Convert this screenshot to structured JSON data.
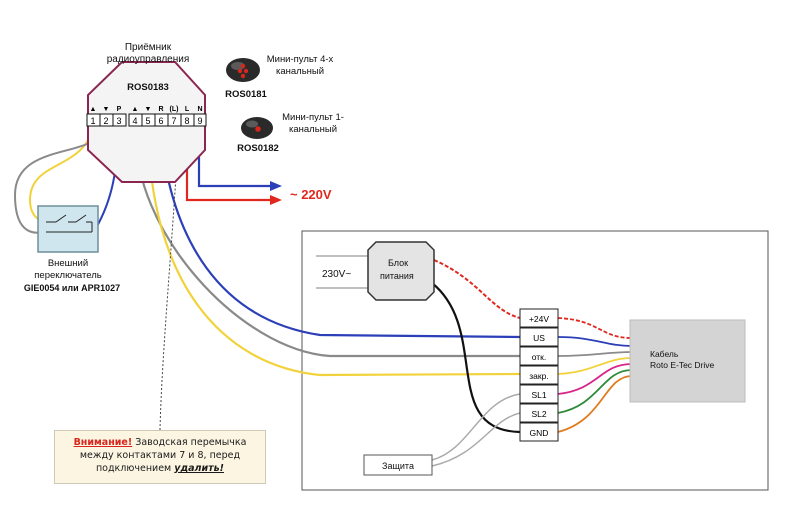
{
  "receiver": {
    "title_line1": "Приёмник",
    "title_line2": "радиоуправления",
    "model": "ROS0183",
    "terminal_numbers": [
      "1",
      "2",
      "3",
      "4",
      "5",
      "6",
      "7",
      "8",
      "9"
    ],
    "terminal_marks": [
      "▲",
      "▼",
      "P",
      "▲",
      "▼",
      "R",
      "(L)",
      "L",
      "N"
    ]
  },
  "remote4": {
    "title_line1": "Мини-пульт 4-х",
    "title_line2": "канальный",
    "model": "ROS0181"
  },
  "remote1": {
    "title_line1": "Мини-пульт 1-",
    "title_line2": "канальный",
    "model": "ROS0182"
  },
  "power_label": "~ 220V",
  "switch": {
    "title_line1": "Внешний",
    "title_line2": "переключатель",
    "models": "GIE0054 или APR1027"
  },
  "note": {
    "warning": "Внимание!",
    "text1": "Заводская перемычка",
    "text2": "между контактами 7 и 8, перед",
    "text3": "подключением",
    "action": "удалить!"
  },
  "psu": {
    "label_line1": "Блок",
    "label_line2": "питания",
    "input_label": "230V~"
  },
  "drive_terminals": [
    "+24V",
    "US",
    "отк.",
    "закр.",
    "SL1",
    "SL2",
    "GND"
  ],
  "cable": {
    "line1": "Кабель",
    "line2": "Roto E-Tec Drive"
  },
  "protection_label": "Защита",
  "colors": {
    "blue": "#2b3fb8",
    "red": "#e0281e",
    "yellow": "#f2d23a",
    "gray": "#8a8a8a",
    "black": "#111111",
    "magenta": "#d9258a",
    "green": "#2f8a3a",
    "orange": "#e07a1e",
    "receiver_border": "#8a2650",
    "switch_fill": "#cfe6ee",
    "drive_box": "#d4d4d4"
  }
}
